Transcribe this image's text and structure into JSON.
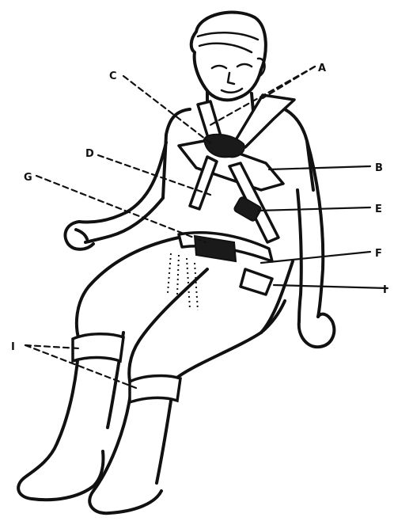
{
  "diagram": {
    "callouts": [
      {
        "key": "A",
        "label": "A"
      },
      {
        "key": "B",
        "label": "B"
      },
      {
        "key": "C",
        "label": "C"
      },
      {
        "key": "D",
        "label": "D"
      },
      {
        "key": "E",
        "label": "E"
      },
      {
        "key": "F",
        "label": "F"
      },
      {
        "key": "G",
        "label": "G"
      },
      {
        "key": "H",
        "label": "I"
      },
      {
        "key": "I",
        "label": "I"
      }
    ]
  }
}
